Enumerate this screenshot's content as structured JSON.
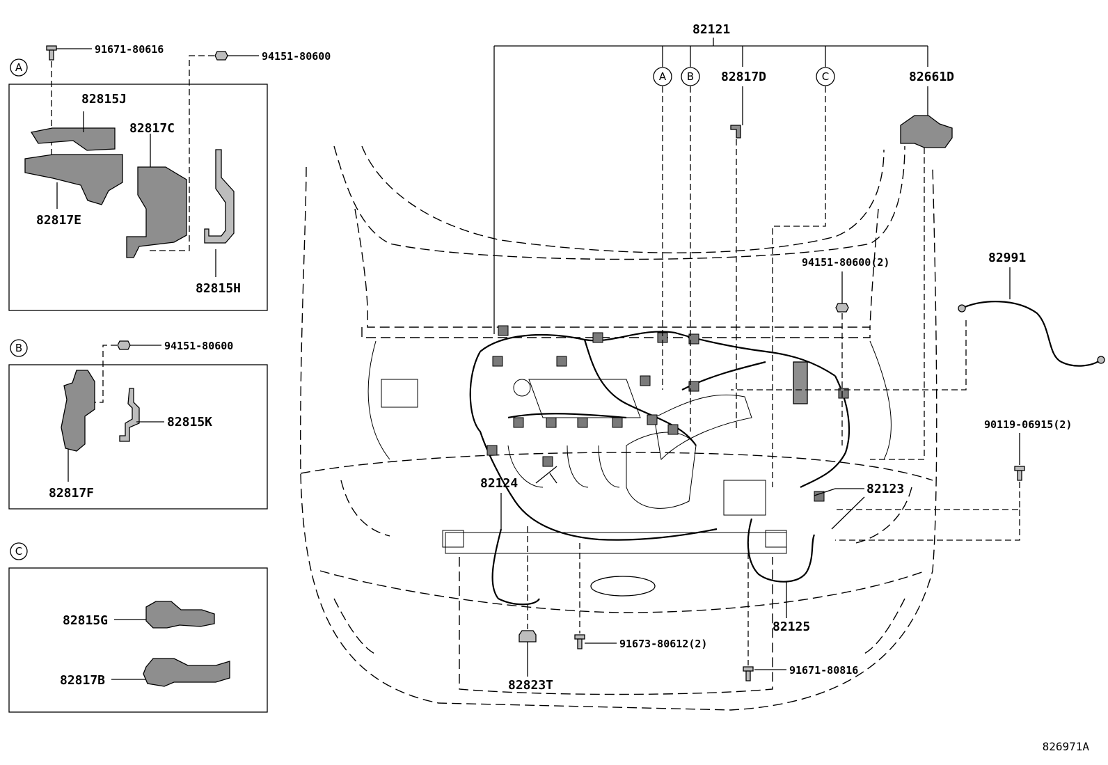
{
  "diagram_id": "826971A",
  "callouts": {
    "A": "A",
    "B": "B",
    "C": "C"
  },
  "box_a": {
    "bolt": "91671-80616",
    "clip": "94151-80600",
    "parts": [
      "82815J",
      "82817C",
      "82817E",
      "82815H"
    ]
  },
  "box_b": {
    "clip": "94151-80600",
    "parts": [
      "82815K",
      "82817F"
    ]
  },
  "box_c": {
    "parts": [
      "82815G",
      "82817B"
    ]
  },
  "main": {
    "harness": "82121",
    "bracket_d": "82817D",
    "cover_d": "82661D",
    "clip_2": "94151-80600(2)",
    "wire_82991": "82991",
    "bolt_90119": "90119-06915(2)",
    "harness_82124": "82124",
    "harness_82123": "82123",
    "harness_82125": "82125",
    "bolt_91673": "91673-80612(2)",
    "bolt_91671": "91671-80816",
    "bracket_t": "82823T"
  }
}
